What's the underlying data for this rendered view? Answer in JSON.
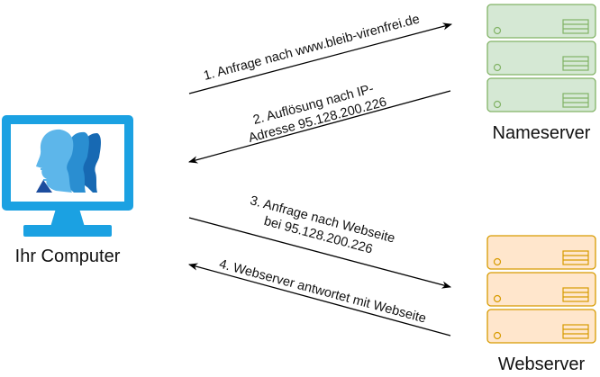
{
  "nodes": {
    "computer": {
      "label": "Ihr Computer"
    },
    "nameserver": {
      "label": "Nameserver"
    },
    "webserver": {
      "label": "Webserver"
    }
  },
  "edges": {
    "e1": {
      "text": "1. Anfrage nach www.bleib-virenfrei.de"
    },
    "e2": {
      "line1": "2. Auflösung nach IP-",
      "line2": "Adresse 95.128.200.226"
    },
    "e3": {
      "line1": "3. Anfrage nach Webseite",
      "line2": "bei 95.128.200.226"
    },
    "e4": {
      "text": "4. Webserver antwortet mit Webseite"
    }
  },
  "colors": {
    "computer": "#1ba1e2",
    "nameserver_fill": "#d5e8d4",
    "nameserver_stroke": "#82b366",
    "webserver_fill": "#ffe6cc",
    "webserver_stroke": "#d79b00",
    "arrow": "#000000"
  }
}
